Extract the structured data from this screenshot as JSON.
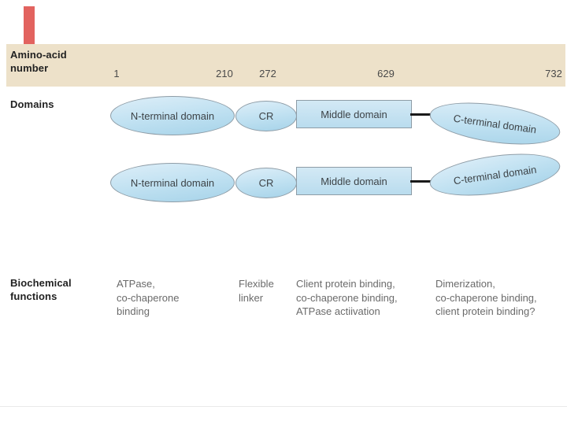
{
  "colors": {
    "pink_bar": "#e2635f",
    "band_bg": "#ede1c9",
    "shape_border": "#8e9ca6",
    "shape_fill_light": "#ddeef8",
    "shape_fill_dark": "#a6d3e9",
    "label_text": "#222222",
    "muted_text": "#6a6a6a",
    "shape_text": "#3d4347"
  },
  "header": {
    "label": "Amino-acid\nnumber",
    "numbers": [
      "1",
      "210",
      "272",
      "629",
      "732"
    ]
  },
  "domains": {
    "label": "Domains",
    "rows": [
      {
        "n_terminal": "N-terminal domain",
        "cr": "CR",
        "middle": "Middle domain",
        "c_terminal": "C-terminal domain"
      },
      {
        "n_terminal": "N-terminal domain",
        "cr": "CR",
        "middle": "Middle domain",
        "c_terminal": "C-terminal domain"
      }
    ]
  },
  "functions": {
    "label": "Biochemical\nfunctions",
    "columns": [
      {
        "text": "ATPase,\nco-chaperone\nbinding"
      },
      {
        "text": "Flexible\nlinker"
      },
      {
        "text": "Client protein binding,\nco-chaperone binding,\nATPase actiivation"
      },
      {
        "text": "Dimerization,\nco-chaperone binding,\nclient protein binding?"
      }
    ]
  }
}
